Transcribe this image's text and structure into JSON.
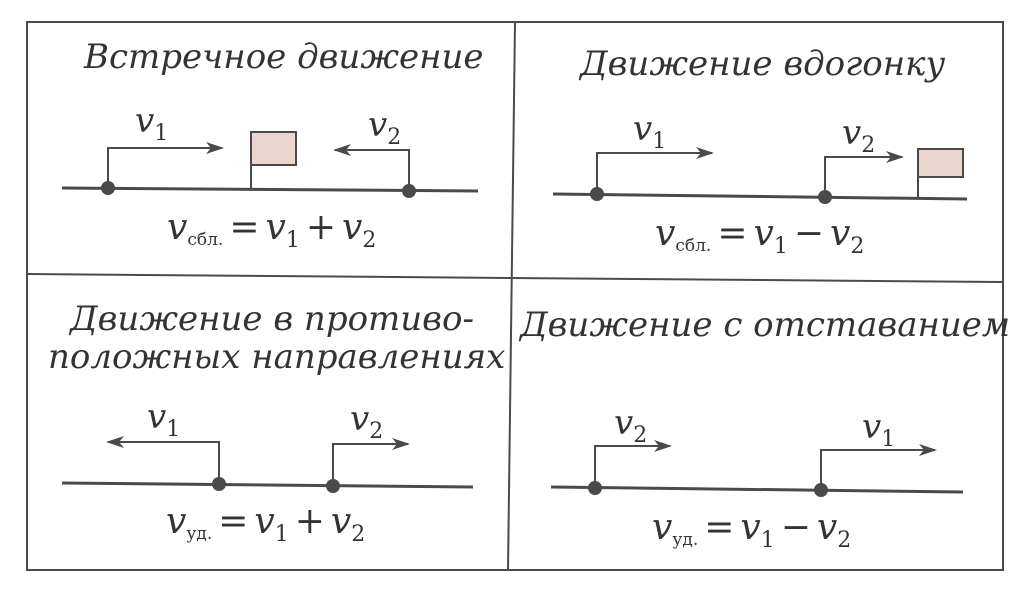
{
  "panels": [
    {
      "title": "Встречное движение",
      "v1": {
        "sym": "v",
        "idx": "1"
      },
      "v2": {
        "sym": "v",
        "idx": "2"
      },
      "formula": {
        "lhs": "v",
        "sub": "сбл.",
        "eq": "=",
        "a": "v",
        "ai": "1",
        "op": "+",
        "b": "v",
        "bi": "2"
      }
    },
    {
      "title": "Движение вдогонку",
      "v1": {
        "sym": "v",
        "idx": "1"
      },
      "v2": {
        "sym": "v",
        "idx": "2"
      },
      "formula": {
        "lhs": "v",
        "sub": "сбл.",
        "eq": "=",
        "a": "v",
        "ai": "1",
        "op": "−",
        "b": "v",
        "bi": "2"
      }
    },
    {
      "title_line1": "Движение в противо-",
      "title_line2": "положных направлениях",
      "v1": {
        "sym": "v",
        "idx": "1"
      },
      "v2": {
        "sym": "v",
        "idx": "2"
      },
      "formula": {
        "lhs": "v",
        "sub": "уд.",
        "eq": "=",
        "a": "v",
        "ai": "1",
        "op": "+",
        "b": "v",
        "bi": "2"
      }
    },
    {
      "title": "Движение с отставанием",
      "v1": {
        "sym": "v",
        "idx": "1"
      },
      "v2": {
        "sym": "v",
        "idx": "2"
      },
      "formula": {
        "lhs": "v",
        "sub": "уд.",
        "eq": "=",
        "a": "v",
        "ai": "1",
        "op": "−",
        "b": "v",
        "bi": "2"
      }
    }
  ],
  "colors": {
    "line": "#4a4a4a",
    "dot": "#4a4a4a",
    "flag_fill": "#ecd5cd",
    "text": "#333333"
  }
}
